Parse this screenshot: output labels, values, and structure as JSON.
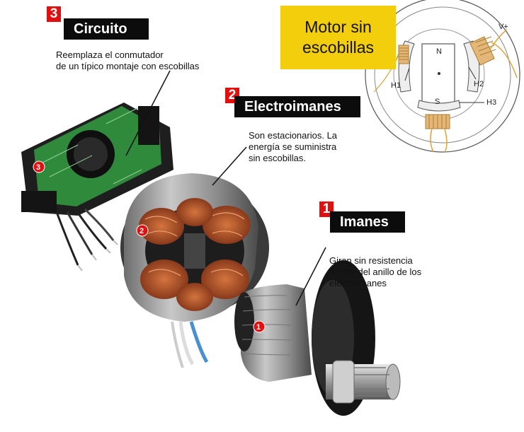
{
  "sections": {
    "circuito": {
      "number": "3",
      "title": "Circuito",
      "desc": [
        "Reemplaza el conmutador",
        "de un típico montaje con escobillas"
      ]
    },
    "electroimanes": {
      "number": "2",
      "title": "Electroimanes",
      "desc": [
        "Son estacionarios. La",
        "energía se suministra",
        "sin escobillas."
      ]
    },
    "imanes": {
      "number": "1",
      "title": "Imanes",
      "desc": [
        "Giran sin resistencia",
        "dentro del anillo de los",
        "electroimanes"
      ]
    }
  },
  "motor_box": {
    "line1": "Motor sin",
    "line2": "escobillas"
  },
  "schematic_labels": {
    "n": "N",
    "s": "S",
    "h1": "H1",
    "h2": "H2",
    "h3": "H3",
    "vplus": "V+"
  },
  "part_markers": {
    "circuit": "3",
    "stator": "2",
    "rotor": "1"
  },
  "colors": {
    "badge_red": "#e01010",
    "title_bg": "#0c0c0c",
    "yellow": "#f3ce0c",
    "copper": "#b5532a"
  }
}
